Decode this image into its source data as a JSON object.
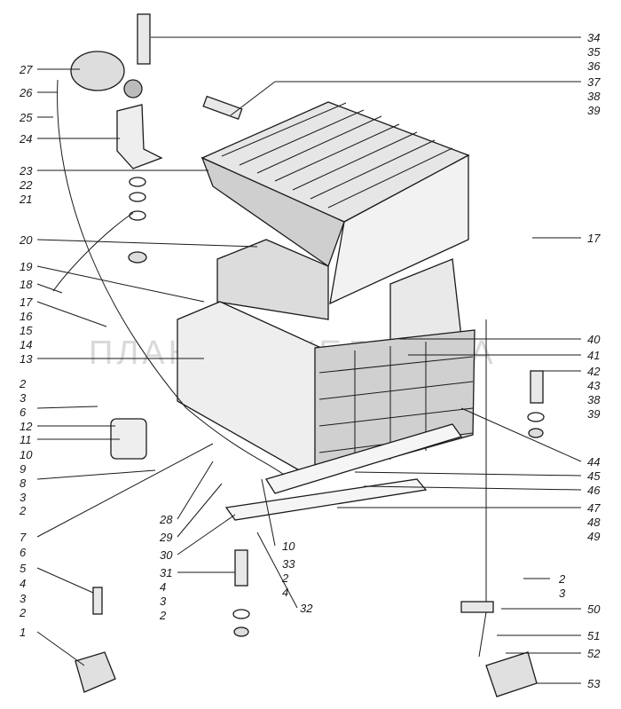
{
  "watermark": "ПЛАНЕТА ЖЕЛЕЗЯКА",
  "colors": {
    "ink": "#1a1a1a",
    "paper": "#ffffff",
    "watermark": "#d9d9d9"
  },
  "left_labels": [
    "27",
    "26",
    "25",
    "24",
    "23",
    "22",
    "21",
    "20",
    "19",
    "18",
    "17",
    "16",
    "15",
    "14",
    "13",
    "2",
    "3",
    "6",
    "12",
    "11",
    "10",
    "9",
    "8",
    "3",
    "2",
    "7",
    "6",
    "5",
    "4",
    "3",
    "2",
    "1"
  ],
  "right_labels": [
    "34",
    "35",
    "36",
    "37",
    "38",
    "39",
    "17",
    "40",
    "41",
    "42",
    "43",
    "38",
    "39",
    "44",
    "45",
    "46",
    "47",
    "48",
    "49",
    "2",
    "3",
    "50",
    "51",
    "52",
    "53"
  ],
  "middle_labels": [
    "28",
    "29",
    "30",
    "31",
    "4",
    "3",
    "2",
    "10",
    "33",
    "2",
    "4",
    "32"
  ]
}
